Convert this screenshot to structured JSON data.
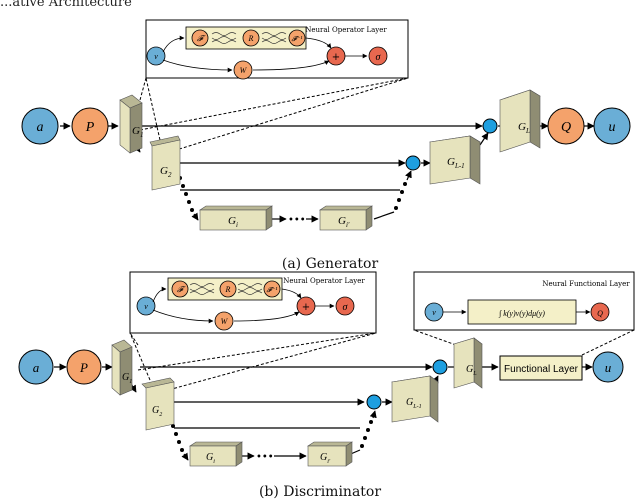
{
  "top_heading": "...ative Architecture",
  "generator": {
    "caption": "(a)  Generator",
    "nodes": {
      "a": "a",
      "P": "P",
      "Q": "Q",
      "u": "u"
    },
    "blocks": {
      "G1": "G",
      "G1_sub": "1",
      "G2": "G",
      "G2_sub": "2",
      "GL1": "G",
      "GL1_sub": "L-1",
      "GL": "G",
      "GL_sub": "L",
      "Gi": "G",
      "Gi_sub": "i",
      "Gi2": "G",
      "Gi2_sub": "i'"
    },
    "ellipsis": "•••",
    "inset": {
      "title": "Neural Operator Layer",
      "v": "v",
      "F": "𝓕",
      "R": "R",
      "Finv": "𝓕⁻¹",
      "W": "W",
      "plus": "+",
      "sigma": "σ"
    }
  },
  "discriminator": {
    "caption": "(b)  Discriminator",
    "nodes": {
      "a": "a",
      "P": "P",
      "u": "u"
    },
    "blocks": {
      "G1": "G",
      "G1_sub": "1",
      "G2": "G",
      "G2_sub": "2",
      "GL1": "G",
      "GL1_sub": "L-1",
      "GL": "G",
      "GL_sub": "L",
      "Gi": "G",
      "Gi_sub": "i",
      "Gi2": "G",
      "Gi2_sub": "i'"
    },
    "ellipsis": "•••",
    "functional_layer": "Functional Layer",
    "inset": {
      "title": "Neural Operator Layer",
      "v": "v",
      "F": "𝓕",
      "R": "R",
      "Finv": "𝓕⁻¹",
      "W": "W",
      "plus": "+",
      "sigma": "σ"
    },
    "functional_inset": {
      "title": "Neural Functional Layer",
      "v": "v",
      "integral": "∫ k(y)v(y)dμ(y)",
      "Q": "Q"
    }
  },
  "colors": {
    "blue_node": "#6aaed6",
    "orange_node": "#f4a26b",
    "red_node": "#e8684f",
    "junction": "#1e9fe0",
    "block_front": "#e6e3bd",
    "block_side": "#8f8d73",
    "block_top": "#b9b795",
    "inset_box": "#f4f0c8"
  }
}
